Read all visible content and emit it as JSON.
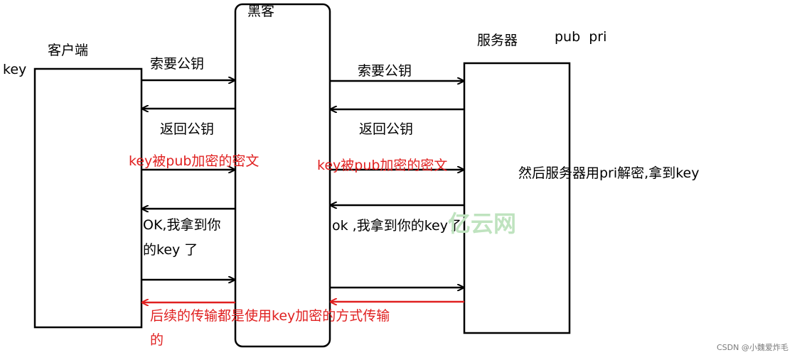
{
  "nodes": {
    "client": "客户端",
    "hacker": "黑客",
    "server": "服务器"
  },
  "labels": {
    "key": "key",
    "pub_pri": "pub  pri",
    "left_request_pubkey": "索要公钥",
    "left_return_pubkey": "返回公钥",
    "left_cipher": "key被pub加密的密文",
    "left_ok_line1": "OK,我拿到你",
    "left_ok_line2": "的key 了",
    "right_request_pubkey": "索要公钥",
    "right_return_pubkey": "返回公钥",
    "right_cipher": "key被pub加密的密文",
    "right_ok": "ok ,我拿到你的key了",
    "server_decrypt": "然后服务器用pri解密,拿到key",
    "subsequent_line1": "后续的传输都是使用key加密的方式传输",
    "subsequent_line2": "的"
  },
  "watermark": "亿云网",
  "footer": "CSDN @小魏爱炸毛",
  "colors": {
    "ink": "#000000",
    "red": "#e02020",
    "watermark": "#bfe3bf"
  }
}
